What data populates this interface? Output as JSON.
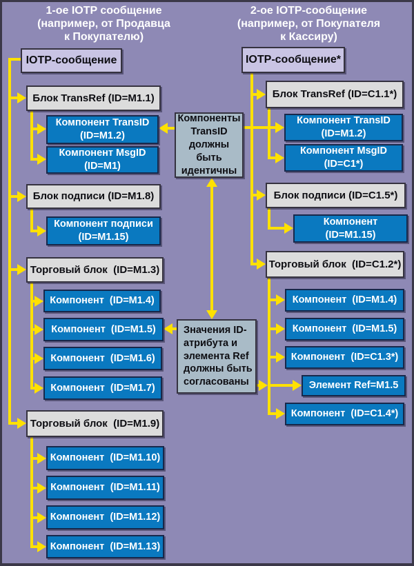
{
  "headers": {
    "left": "1-ое IOTP сообщение\n(например, от Продавца\nк Покупателю)",
    "right": "2-ое IOTP-сообщение\n(например, от Покупателя\nк Кассиру)"
  },
  "nodes": {
    "left_root": "IOTP-сообщение",
    "left_transref": "Блок TransRef (ID=M1.1)",
    "left_transid": "Компонент TransID\n(ID=M1.2)",
    "left_msgid": "Компонент MsgID\n(ID=M1)",
    "left_sig_block": "Блок подписи (ID=M1.8)",
    "left_sig_comp": "Компонент подписи\n(ID=M1.15)",
    "left_trade1": "Торговый блок  (ID=M1.3)",
    "left_m1_4": "Компонент  (ID=M1.4)",
    "left_m1_5": "Компонент  (ID=M1.5)",
    "left_m1_6": "Компонент  (ID=M1.6)",
    "left_m1_7": "Компонент  (ID=M1.7)",
    "left_trade2": "Торговый блок  (ID=M1.9)",
    "left_m1_10": "Компонент  (ID=M1.10)",
    "left_m1_11": "Компонент  (ID=M1.11)",
    "left_m1_12": "Компонент  (ID=M1.12)",
    "left_m1_13": "Компонент  (ID=M1.13)",
    "right_root": "IOTP-сообщение*",
    "right_transref": "Блок TransRef (ID=C1.1*)",
    "right_transid": "Компонент TransID\n(ID=M1.2)",
    "right_msgid": "Компонент MsgID\n(ID=C1*)",
    "right_sig_block": "Блок подписи (ID=C1.5*)",
    "right_sig_comp": "Компонент\n(ID=M1.15)",
    "right_trade": "Торговый блок  (ID=C1.2*)",
    "right_m1_4": "Компонент  (ID=M1.4)",
    "right_m1_5": "Компонент  (ID=M1.5)",
    "right_c1_3": "Компонент  (ID=C1.3*)",
    "right_ref_elem": "Элемент Ref=M1.5",
    "right_c1_4": "Компонент  (ID=C1.4*)"
  },
  "notes": {
    "transid_identical": "Компоненты\nTransID\nдолжны\nбыть\nидентичны",
    "ref_consistent": "Значения ID-\nатрибута и\nэлемента Ref\nдолжны быть\nсогласованы"
  },
  "colors": {
    "background": "#8e89b5",
    "box_blue": "#0a79c0",
    "box_gray": "#dcdcdc",
    "box_lavender": "#c9c4e4",
    "note_box": "#a9bbc7",
    "connector_yellow": "#ffe100",
    "frame_border": "#3b3848"
  }
}
